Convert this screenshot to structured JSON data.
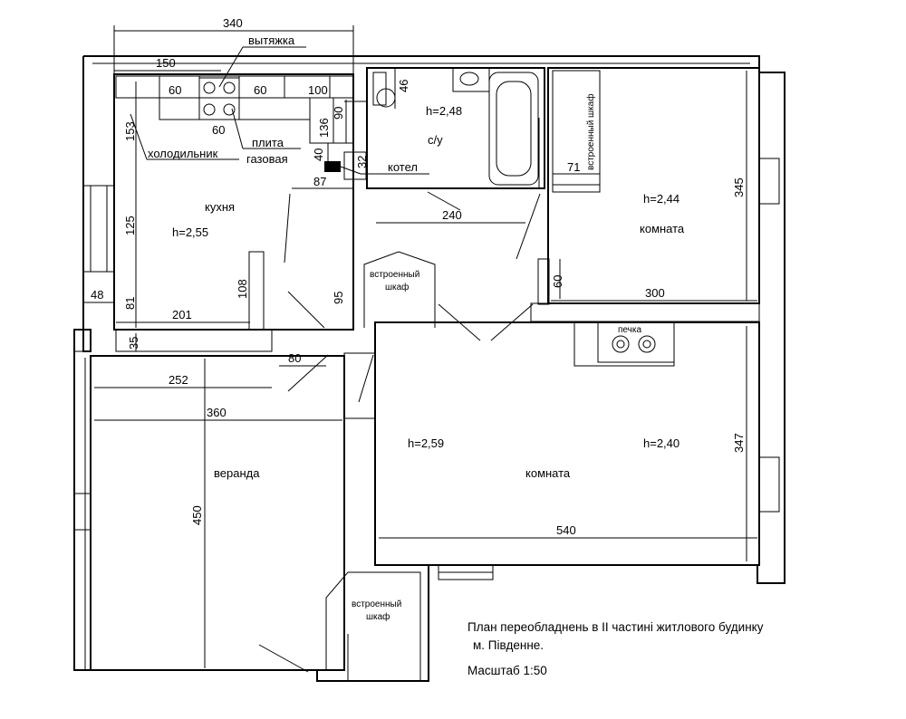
{
  "title": {
    "line1": "План переобладнень в ІІ частині житлового будинку",
    "line2": "м. Південне.",
    "scale": "Масштаб 1:50"
  },
  "rooms": {
    "kitchen": {
      "name": "кухня",
      "height": "h=2,55"
    },
    "bathroom": {
      "name": "с/у",
      "height": "h=2,48"
    },
    "room_ne": {
      "name": "комната",
      "height": "h=2,44"
    },
    "room_se": {
      "name": "комната",
      "height_left": "h=2,59",
      "height_right": "h=2,40"
    },
    "veranda": {
      "name": "веранда"
    }
  },
  "fixtures": {
    "hood": "вытяжка",
    "fridge": "холодильник",
    "stove_line1": "плита",
    "stove_line2": "газовая",
    "boiler": "котел",
    "stove_heater": "печка",
    "closet_ne": "встроенный шкаф",
    "closet_mid_line1": "встроенный",
    "closet_mid_line2": "шкаф",
    "closet_sw_line1": "встроенный",
    "closet_sw_line2": "шкаф"
  },
  "dimensions": {
    "d340": "340",
    "d150": "150",
    "d60a": "60",
    "d60b": "60",
    "d100": "100",
    "d60c": "60",
    "d153": "153",
    "d136": "136",
    "d90": "90",
    "d40": "40",
    "d32": "32",
    "d87": "87",
    "d46": "46",
    "d125": "125",
    "d81": "81",
    "d48": "48",
    "d108": "108",
    "d201": "201",
    "d35": "35",
    "d95": "95",
    "d80": "80",
    "d252": "252",
    "d360": "360",
    "d450": "450",
    "d240": "240",
    "d71": "71",
    "d345": "345",
    "d60d": "60",
    "d300": "300",
    "d347": "347",
    "d540": "540"
  }
}
